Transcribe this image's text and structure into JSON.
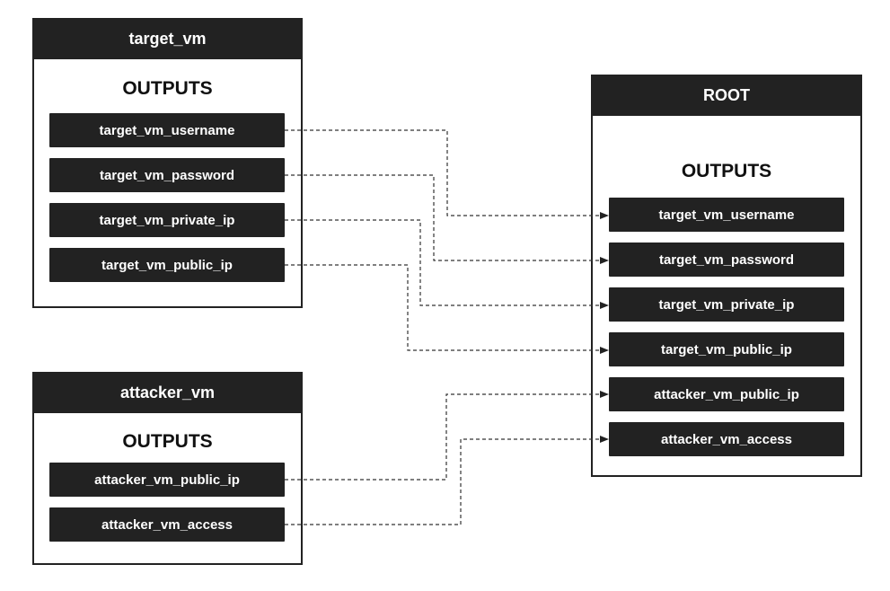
{
  "modules": {
    "target_vm": {
      "title": "target_vm",
      "outputs_label": "OUTPUTS",
      "outputs": [
        "target_vm_username",
        "target_vm_password",
        "target_vm_private_ip",
        "target_vm_public_ip"
      ]
    },
    "attacker_vm": {
      "title": "attacker_vm",
      "outputs_label": "OUTPUTS",
      "outputs": [
        "attacker_vm_public_ip",
        "attacker_vm_access"
      ]
    },
    "root": {
      "title": "ROOT",
      "outputs_label": "OUTPUTS",
      "outputs": [
        "target_vm_username",
        "target_vm_password",
        "target_vm_private_ip",
        "target_vm_public_ip",
        "attacker_vm_public_ip",
        "attacker_vm_access"
      ]
    }
  },
  "connections": [
    {
      "from": "target_vm.target_vm_username",
      "to": "ROOT.target_vm_username"
    },
    {
      "from": "target_vm.target_vm_password",
      "to": "ROOT.target_vm_password"
    },
    {
      "from": "target_vm.target_vm_private_ip",
      "to": "ROOT.target_vm_private_ip"
    },
    {
      "from": "target_vm.target_vm_public_ip",
      "to": "ROOT.target_vm_public_ip"
    },
    {
      "from": "attacker_vm.attacker_vm_public_ip",
      "to": "ROOT.attacker_vm_public_ip"
    },
    {
      "from": "attacker_vm.attacker_vm_access",
      "to": "ROOT.attacker_vm_access"
    }
  ],
  "colors": {
    "box": "#222222",
    "text_on_box": "#ffffff",
    "line": "#333333"
  }
}
